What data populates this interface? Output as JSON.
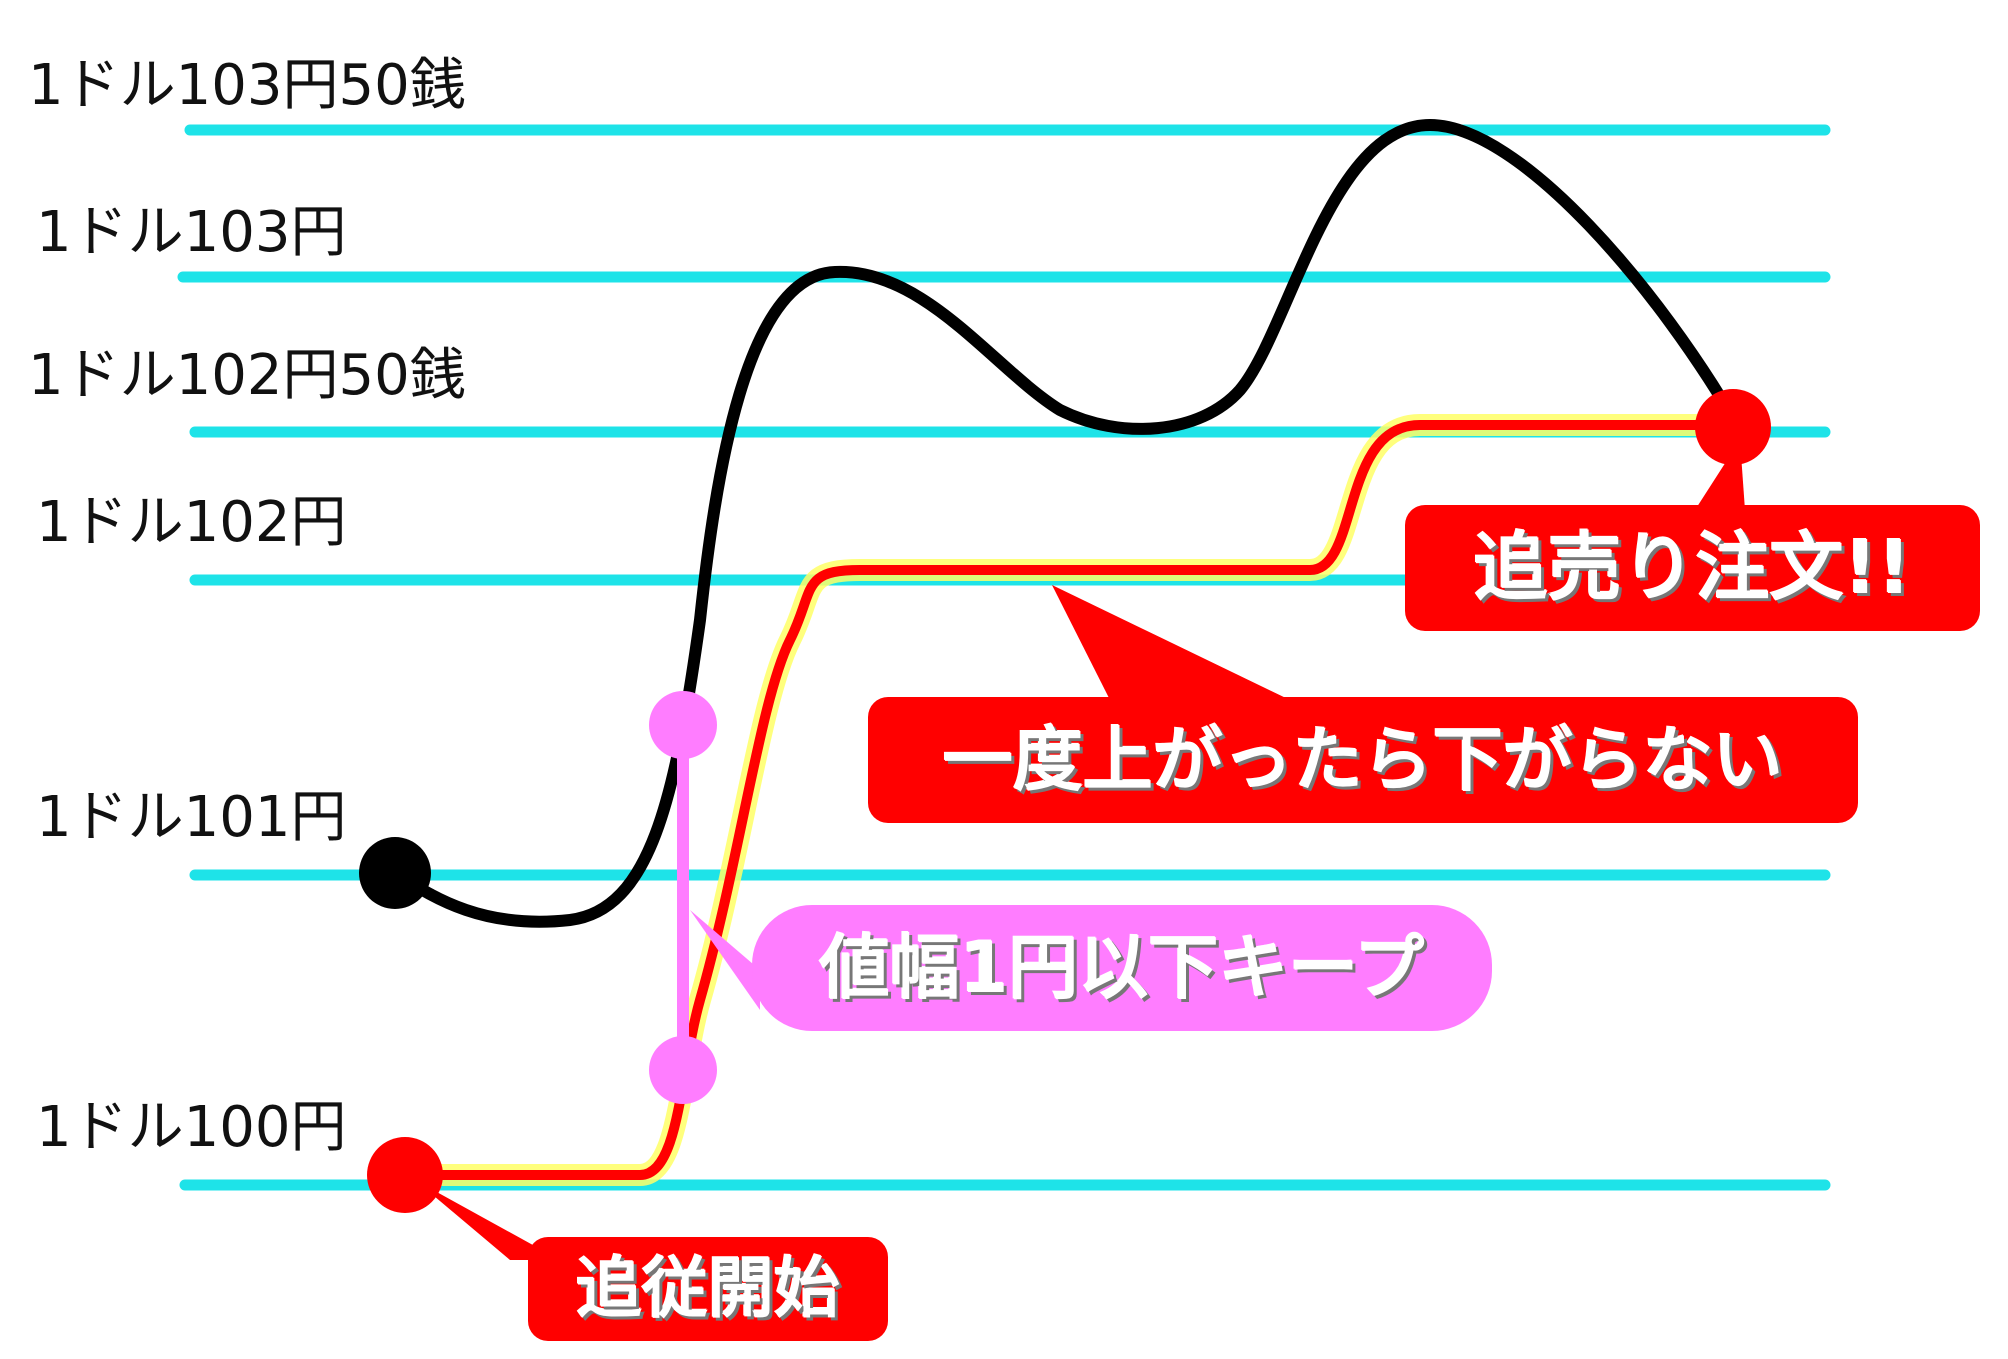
{
  "levels": [
    {
      "label": "1ドル103円50銭",
      "value": 103.5
    },
    {
      "label": "1ドル103円",
      "value": 103
    },
    {
      "label": "1ドル102円50銭",
      "value": 102.5
    },
    {
      "label": "1ドル102円",
      "value": 102
    },
    {
      "label": "1ドル101円",
      "value": 101
    },
    {
      "label": "1ドル100円",
      "value": 100
    }
  ],
  "callouts": {
    "follow_start": "追従開始",
    "range_keep": "値幅1円以下キープ",
    "never_down": "一度上がったら下がらない",
    "add_sell": "追売り注文!!"
  },
  "colors": {
    "level_line": "#1ee3e8",
    "price_line": "#000000",
    "trail_line": "#ff0000",
    "trail_glow": "#ffff66",
    "range_marker": "#ff7dff",
    "callout_red": "#ff0000",
    "callout_pink": "#ff7dff"
  }
}
